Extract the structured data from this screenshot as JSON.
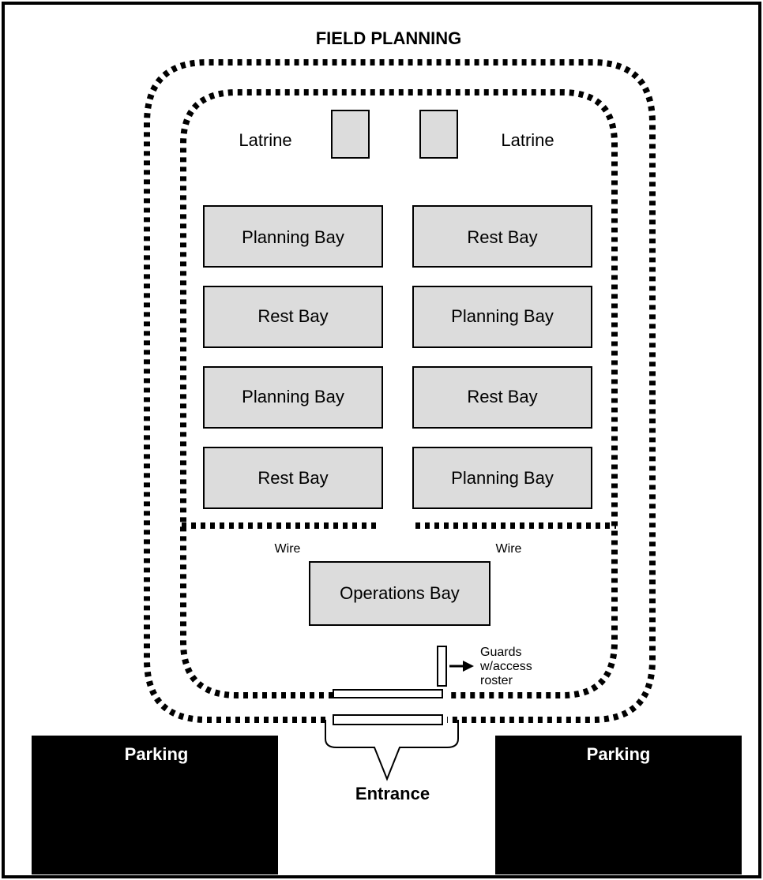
{
  "title": "FIELD PLANNING",
  "latrines": [
    {
      "label": "Latrine"
    },
    {
      "label": "Latrine"
    }
  ],
  "bays_left": [
    {
      "label": "Planning Bay"
    },
    {
      "label": "Rest Bay"
    },
    {
      "label": "Planning Bay"
    },
    {
      "label": "Rest Bay"
    }
  ],
  "bays_right": [
    {
      "label": "Rest Bay"
    },
    {
      "label": "Planning Bay"
    },
    {
      "label": "Rest Bay"
    },
    {
      "label": "Planning Bay"
    }
  ],
  "wire_labels": [
    {
      "label": "Wire"
    },
    {
      "label": "Wire"
    }
  ],
  "operations_bay": {
    "label": "Operations Bay"
  },
  "guards_note": {
    "lines": [
      "Guards",
      "w/access",
      "roster"
    ]
  },
  "parking": [
    {
      "label": "Parking"
    },
    {
      "label": "Parking"
    }
  ],
  "entrance": {
    "label": "Entrance"
  },
  "colors": {
    "bay_fill": "#dcdcdc",
    "parking_fill": "#000000",
    "stroke": "#000000"
  }
}
